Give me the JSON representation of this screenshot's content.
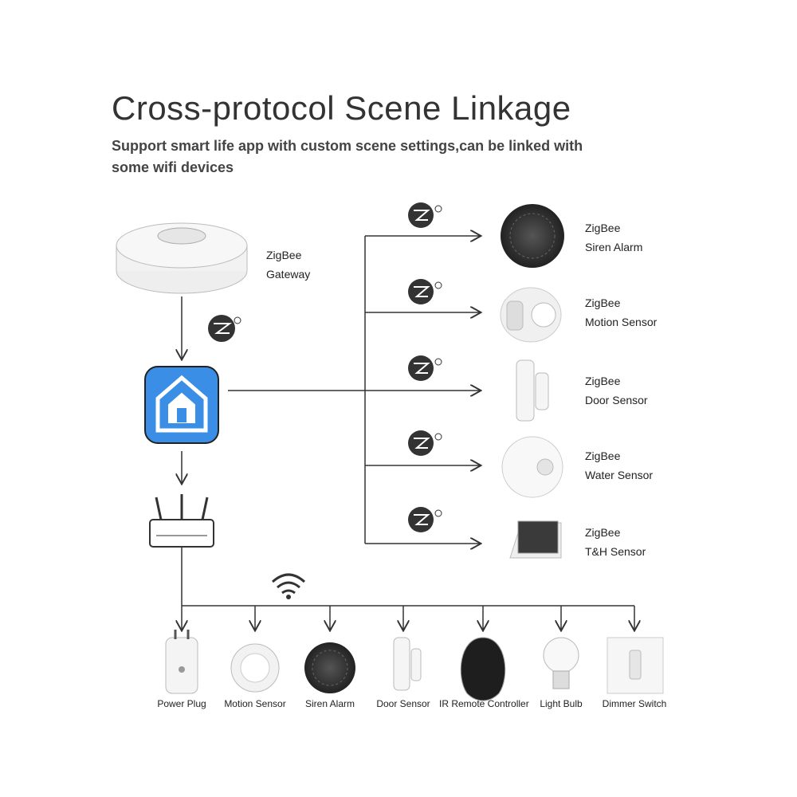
{
  "title": "Cross-protocol Scene Linkage",
  "subtitle": "Support smart life app with custom scene settings,can be linked with some wifi devices",
  "gateway": {
    "line1": "ZigBee",
    "line2": "Gateway"
  },
  "zigbee_devices": [
    {
      "line1": "ZigBee",
      "line2": "Siren Alarm",
      "icon": "siren-icon"
    },
    {
      "line1": "ZigBee",
      "line2": "Motion Sensor",
      "icon": "motion-sensor-icon"
    },
    {
      "line1": "ZigBee",
      "line2": "Door Sensor",
      "icon": "door-sensor-icon"
    },
    {
      "line1": "ZigBee",
      "line2": "Water Sensor",
      "icon": "water-sensor-icon"
    },
    {
      "line1": "ZigBee",
      "line2": "T&H Sensor",
      "icon": "th-sensor-icon"
    }
  ],
  "wifi_devices": [
    {
      "label": "Power Plug",
      "icon": "power-plug-icon"
    },
    {
      "label": "Motion Sensor",
      "icon": "motion-sensor-icon"
    },
    {
      "label": "Siren Alarm",
      "icon": "siren-icon"
    },
    {
      "label": "Door Sensor",
      "icon": "door-sensor-icon"
    },
    {
      "label": "IR Remote Controller",
      "icon": "ir-remote-icon"
    },
    {
      "label": "Light Bulb",
      "icon": "light-bulb-icon"
    },
    {
      "label": "Dimmer Switch",
      "icon": "dimmer-switch-icon"
    }
  ],
  "colors": {
    "app_blue": "#3a8ee6",
    "line": "#333333",
    "device_gray": "#d8d8d8"
  }
}
